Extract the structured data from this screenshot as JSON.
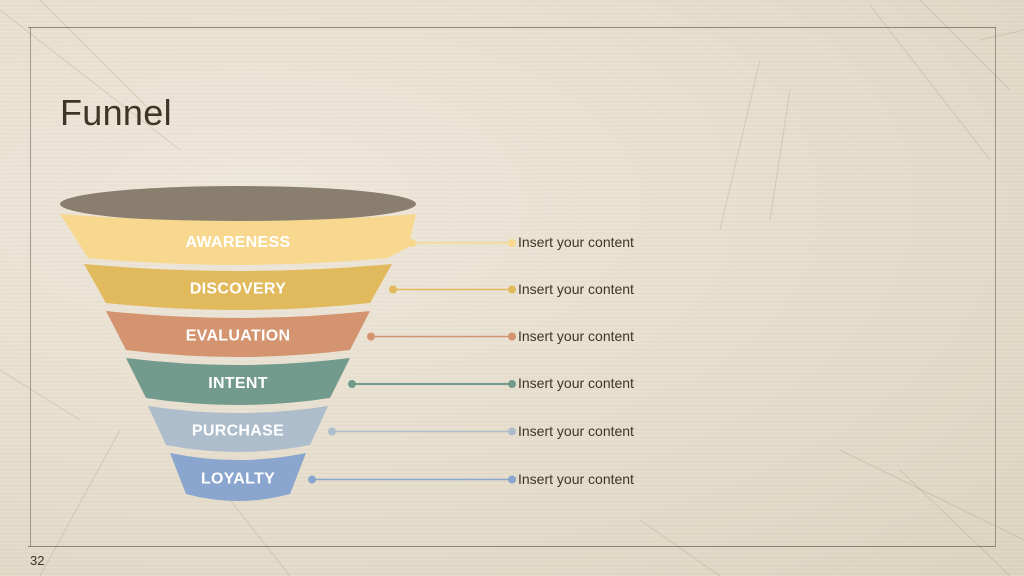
{
  "slide": {
    "title": "Funnel",
    "page_number": "32"
  },
  "colors": {
    "background": "#e8e0d1",
    "text": "#3f3526",
    "funnel_top": "#8a7e6f"
  },
  "stages": [
    {
      "label": "AWARENESS",
      "content": "Insert your content",
      "color": "#f7d88e"
    },
    {
      "label": "DISCOVERY",
      "content": "Insert your content",
      "color": "#e2ba5e"
    },
    {
      "label": "EVALUATION",
      "content": "Insert your content",
      "color": "#d4946f"
    },
    {
      "label": "INTENT",
      "content": "Insert your content",
      "color": "#729a8d"
    },
    {
      "label": "PURCHASE",
      "content": "Insert your content",
      "color": "#aebdcc"
    },
    {
      "label": "LOYALTY",
      "content": "Insert your content",
      "color": "#8aa6cf"
    }
  ]
}
